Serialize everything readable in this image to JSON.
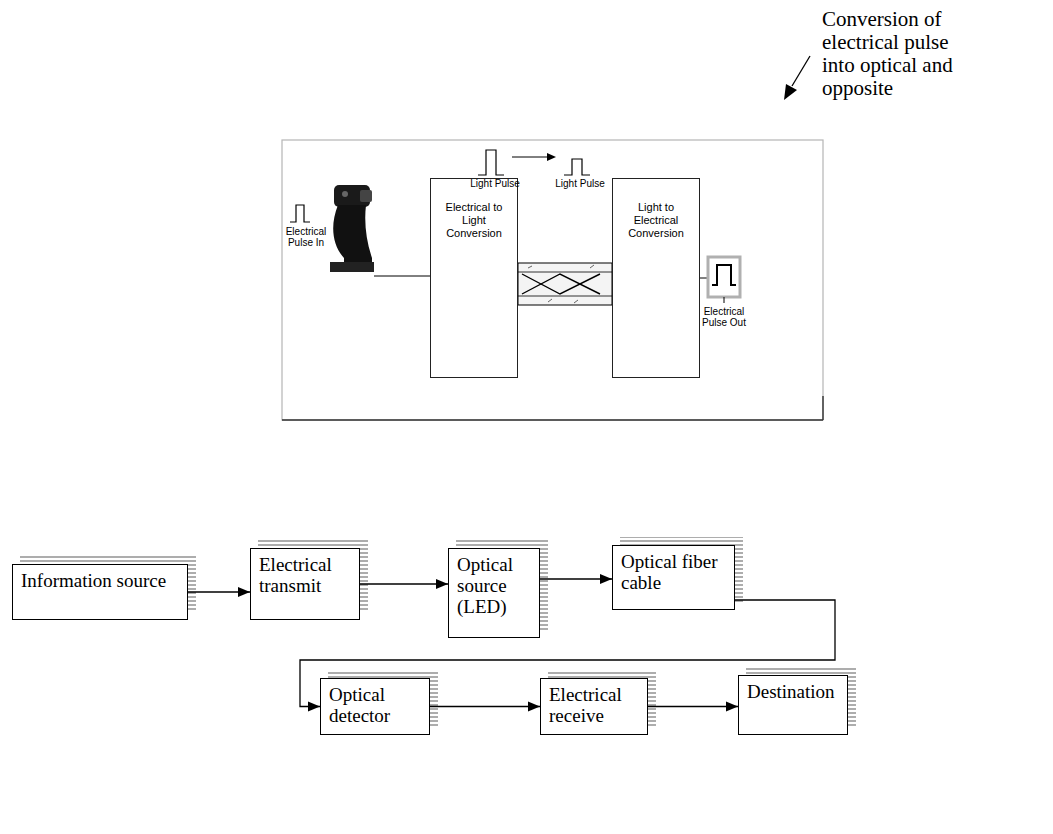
{
  "diagram": {
    "nodes": [
      {
        "text": [
          "Electrical to Light Conversion"
        ]
      },
      {
        "text": [
          "Light to Electrical Conversion"
        ]
      },
      {
        "text": [
          "Information source"
        ]
      },
      {
        "text": [
          "Electrical transmit"
        ]
      },
      {
        "text": [
          "Optical source (LED)"
        ]
      },
      {
        "text": [
          "Optical fiber cable"
        ]
      },
      {
        "text": [
          "Optical detector"
        ]
      },
      {
        "text": [
          "Electrical receive"
        ]
      },
      {
        "text": [
          "Destination"
        ]
      }
    ],
    "edges": [
      {
        "from": 2,
        "to": 3,
        "arrow": "to"
      },
      {
        "from": 3,
        "to": 4,
        "arrow": "to"
      },
      {
        "from": 4,
        "to": 5,
        "arrow": "to"
      },
      {
        "from": 5,
        "to": 6,
        "arrow": "to"
      },
      {
        "from": 6,
        "to": 7,
        "arrow": "to"
      },
      {
        "from": 7,
        "to": 8,
        "arrow": "to"
      }
    ],
    "labels": [
      "Conversion of electrical pulse into optical and opposite",
      "Light Pulse",
      "Light Pulse",
      "Electrical Pulse In",
      "Electrical Pulse Out"
    ]
  }
}
